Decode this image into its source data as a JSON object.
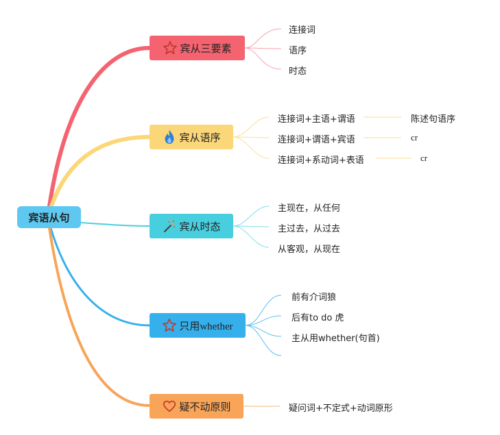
{
  "root": {
    "label": "宾语从句"
  },
  "branches": [
    {
      "label": "宾从三要素",
      "icon": "star-icon",
      "color": "#f4636f",
      "items": [
        "连接词",
        "语序",
        "时态"
      ]
    },
    {
      "label": "宾从语序",
      "icon": "fire-icon",
      "color": "#fbd77a",
      "items": [
        "连接词+主语+谓语",
        "连接词+谓语+宾语",
        "连接词+系动词+表语"
      ],
      "notes": [
        "陈述句语序",
        "cr",
        "cr"
      ]
    },
    {
      "label": "宾从时态",
      "icon": "magic-wand-icon",
      "color": "#47cfe0",
      "items": [
        "主现在，从任何",
        "主过去，从过去",
        "从客观，从现在"
      ]
    },
    {
      "label": "只用whether",
      "icon": "star-icon",
      "color": "#36b0ec",
      "items": [
        "前有介词狼",
        "后有to do 虎",
        "主从用whether(句首)",
        ""
      ]
    },
    {
      "label": "疑不动原则",
      "icon": "heart-icon",
      "color": "#f8a459",
      "items": [
        "疑问词+不定式+动词原形"
      ]
    }
  ]
}
